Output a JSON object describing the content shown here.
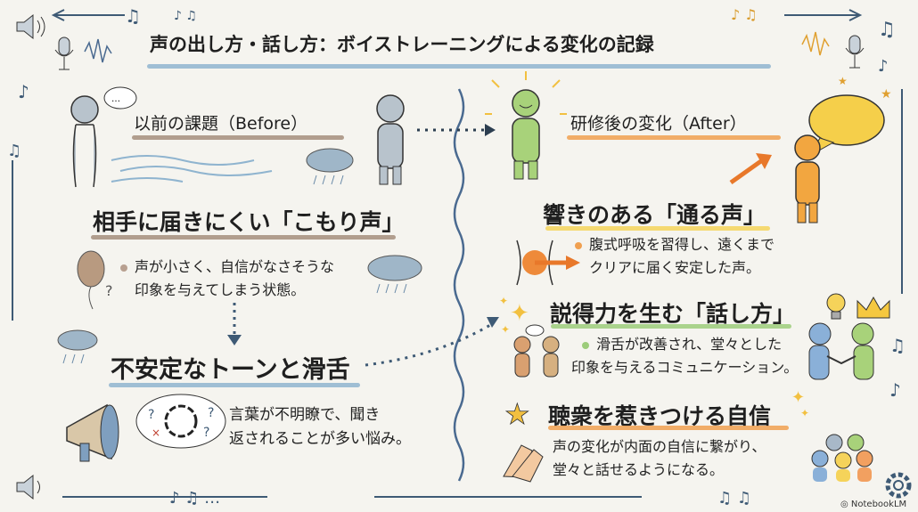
{
  "title": "声の出し方・話し方：ボイストレーニングによる変化の記録",
  "before": {
    "heading": "以前の課題（Before）",
    "items": [
      {
        "title": "相手に届きにくい「こもり声」",
        "lines": [
          "声が小さく、自信がなさそうな",
          "印象を与えてしまう状態。"
        ]
      },
      {
        "title": "不安定なトーンと滑舌",
        "lines": [
          "言葉が不明瞭で、聞き",
          "返されることが多い悩み。"
        ]
      }
    ]
  },
  "after": {
    "heading": "研修後の変化（After）",
    "items": [
      {
        "title": "響きのある「通る声」",
        "lines": [
          "腹式呼吸を習得し、遠くまで",
          "クリアに届く安定した声。"
        ]
      },
      {
        "title": "説得力を生む「話し方」",
        "lines": [
          "滑舌が改善され、堂々とした",
          "印象を与えるコミュニケーション。"
        ]
      },
      {
        "title": "聴衆を惹きつける自信",
        "lines": [
          "声の変化が内面の自信に繋がり、",
          "堂々と話せるようになる。"
        ]
      }
    ]
  },
  "watermark": "NotebookLM",
  "colors": {
    "blue": "#8fb4cf",
    "brown": "#a58e7c",
    "orange": "#f0a050",
    "yellow": "#f5d35a",
    "green": "#9ccc7a",
    "ink": "#2c3e50"
  }
}
